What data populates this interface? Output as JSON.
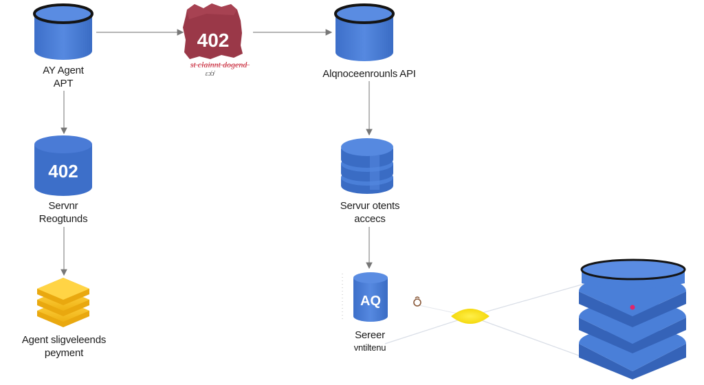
{
  "nodes": {
    "agent_api": {
      "line1": "AY Agent",
      "line2": "APT"
    },
    "payment_required": {
      "code": "402",
      "caption": "s̶t̶ ̶c̶l̶a̶i̶n̶n̶t̶ ̶d̶o̶g̶e̶n̶d̶",
      "subcaption": "ɛɔ̸ɔ̸"
    },
    "resource_api": {
      "label": "Alqnoceenrounls API"
    },
    "server_responds": {
      "code": "402",
      "line1": "Servnr",
      "line2": "Reogtunds"
    },
    "server_grants": {
      "line1": "Servur otents",
      "line2": "accecs"
    },
    "agent_pays": {
      "line1": "Agent sligveleends",
      "line2": "peyment"
    },
    "server_utilities": {
      "code": "AQ",
      "line1": "Sereer",
      "line2": "vntiltenu"
    }
  },
  "colors": {
    "blue": "#4a7fd8",
    "blue_dark": "#3563b8",
    "gold": "#f6c22a",
    "yellow": "#f7dc1a",
    "maroon": "#9a3848",
    "rim": "#141414"
  }
}
